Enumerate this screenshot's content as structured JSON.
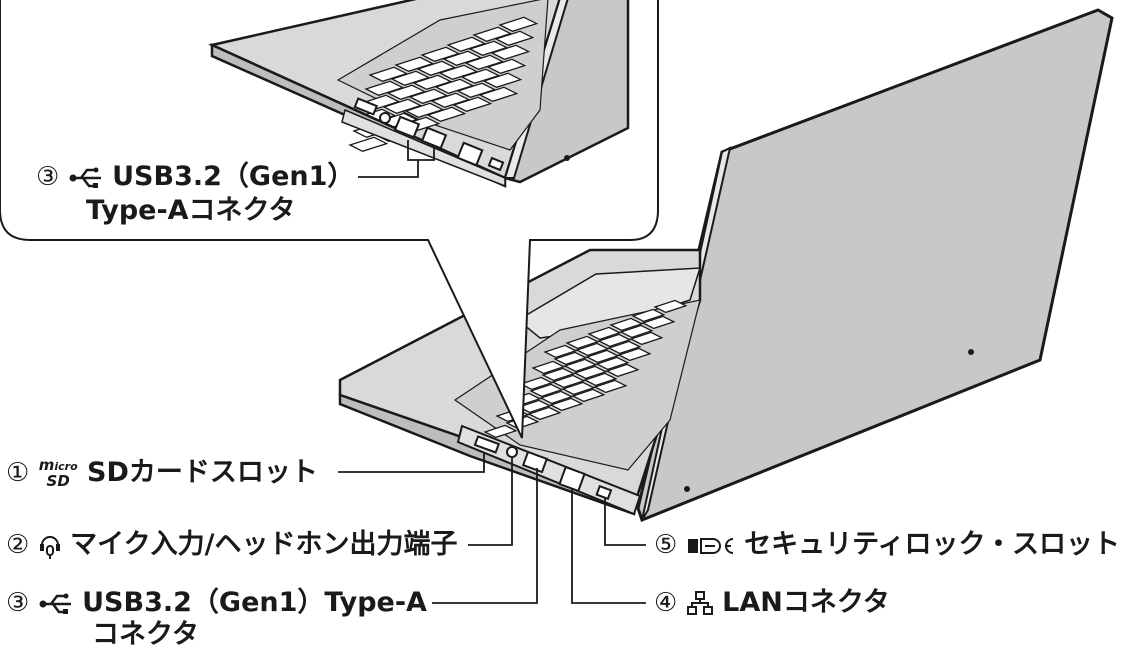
{
  "zoom_callout": {
    "label": {
      "num": "③",
      "icon": "usb-icon",
      "text": "USB3.2（Gen1）",
      "text2": "Type-Aコネクタ"
    }
  },
  "labels": [
    {
      "id": "sd",
      "num": "①",
      "icon": "microsd-logo-icon",
      "text": "SDカードスロット"
    },
    {
      "id": "audio",
      "num": "②",
      "icon": "headset-mic-icon",
      "text": "マイク入力/ヘッドホン出力端子"
    },
    {
      "id": "usb",
      "num": "③",
      "icon": "usb-icon",
      "text": "USB3.2（Gen1）Type-A",
      "text2": "コネクタ"
    },
    {
      "id": "lan",
      "num": "④",
      "icon": "lan-icon",
      "text": "LANコネクタ"
    },
    {
      "id": "lock",
      "num": "⑤",
      "icon": "security-lock-icon",
      "text": "セキュリティロック・スロット"
    }
  ],
  "colors": {
    "line": "#1a1a1a",
    "laptop_fill": "#d9d9d9",
    "lid_fill": "#c8c8c8",
    "key_fill": "#ffffff"
  }
}
